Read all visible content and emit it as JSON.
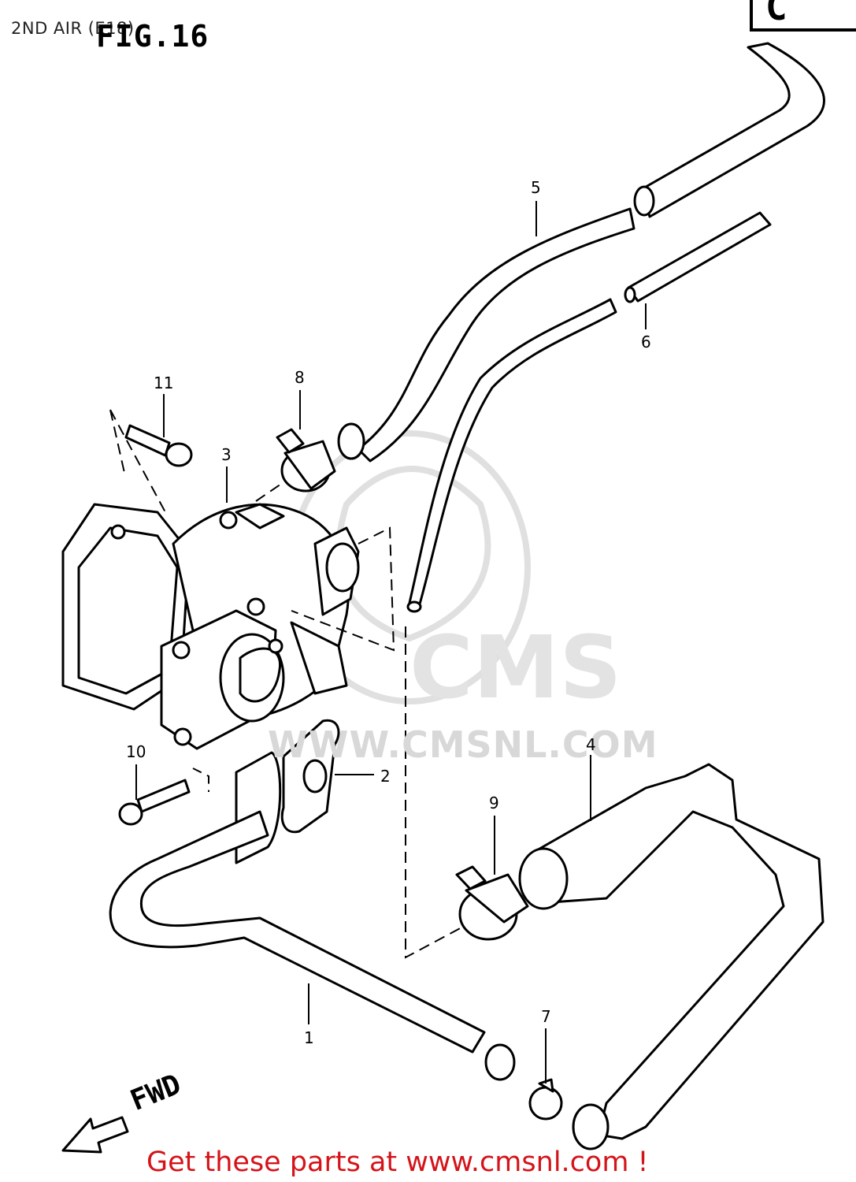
{
  "header": {
    "page_title": "2ND AIR (E18)",
    "fig_label": "FIG.16",
    "corner_tag": "C"
  },
  "diagram": {
    "direction_label": "FWD",
    "watermark_text": "WWW.CMSNL.COM",
    "callouts": [
      "1",
      "2",
      "3",
      "4",
      "5",
      "6",
      "7",
      "8",
      "9",
      "10",
      "11"
    ]
  },
  "footer": {
    "text": "Get these parts at www.cmsnl.com !",
    "color": "#d4141a"
  }
}
